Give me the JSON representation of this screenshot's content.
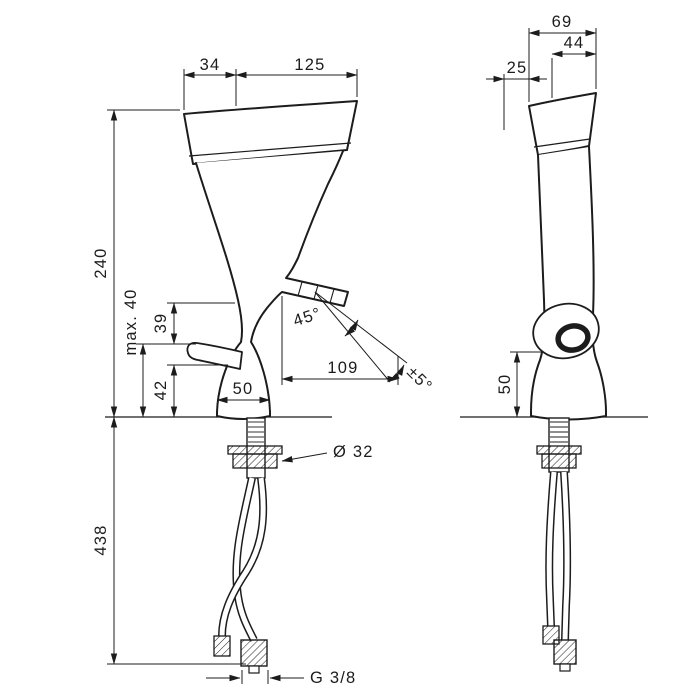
{
  "drawing": {
    "colors": {
      "line": "#1c1c1c",
      "background": "#ffffff"
    },
    "front": {
      "dim_top_left": "34",
      "dim_top_right": "125",
      "dim_height": "240",
      "dim_handle_max": "max. 40",
      "dim_handle_a": "39",
      "dim_handle_b": "42",
      "dim_base_width": "50",
      "dim_angle": "45°",
      "dim_reach": "109",
      "dim_swivel": "±5°",
      "dim_below_deck": "438",
      "dim_thread": "G 3/8",
      "dim_hole": "Ø 32"
    },
    "side": {
      "dim_width": "69",
      "dim_spout_width": "44",
      "dim_offset": "25",
      "dim_base_height": "50"
    }
  }
}
